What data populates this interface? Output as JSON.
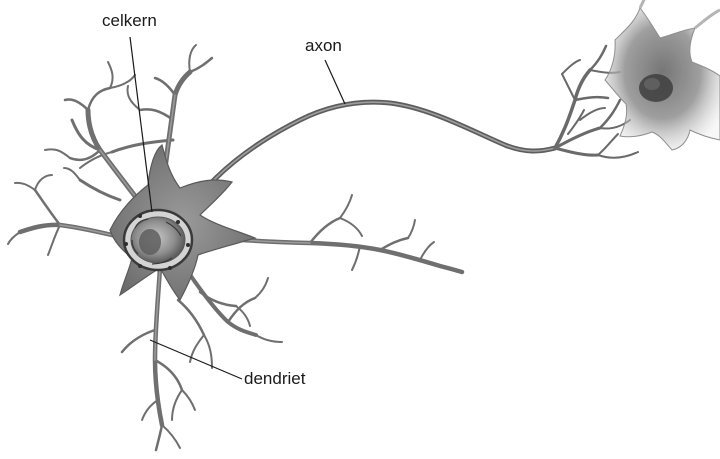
{
  "labels": {
    "nucleus": "celkern",
    "axon": "axon",
    "dendrite": "dendriet"
  },
  "colors": {
    "membrane": "#8a8a8a",
    "soma": "#7d7d7d",
    "outline": "#4a4a4a",
    "nucleus": "#5a5a5a",
    "leader": "#1a1a1a"
  }
}
